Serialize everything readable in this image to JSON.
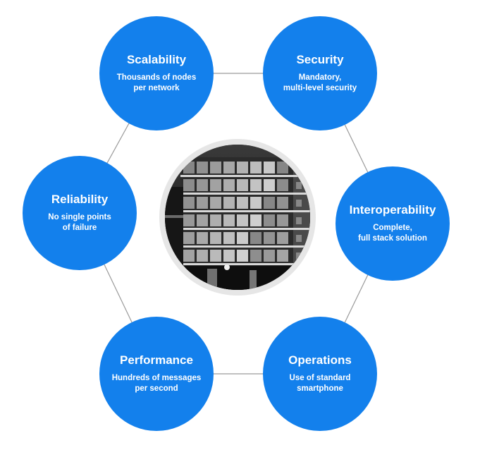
{
  "diagram": {
    "accent_color": "#1380ec",
    "ring_color": "#9a9a9a",
    "center_image": "building-facade-photo",
    "nodes": [
      {
        "title": "Scalability",
        "description": "Thousands of nodes\nper network"
      },
      {
        "title": "Security",
        "description": "Mandatory,\nmulti-level security"
      },
      {
        "title": "Interoperability",
        "description": "Complete,\nfull stack solution"
      },
      {
        "title": "Operations",
        "description": "Use of standard\nsmartphone"
      },
      {
        "title": "Performance",
        "description": "Hundreds of messages\nper second"
      },
      {
        "title": "Reliability",
        "description": "No single points\nof failure"
      }
    ]
  }
}
